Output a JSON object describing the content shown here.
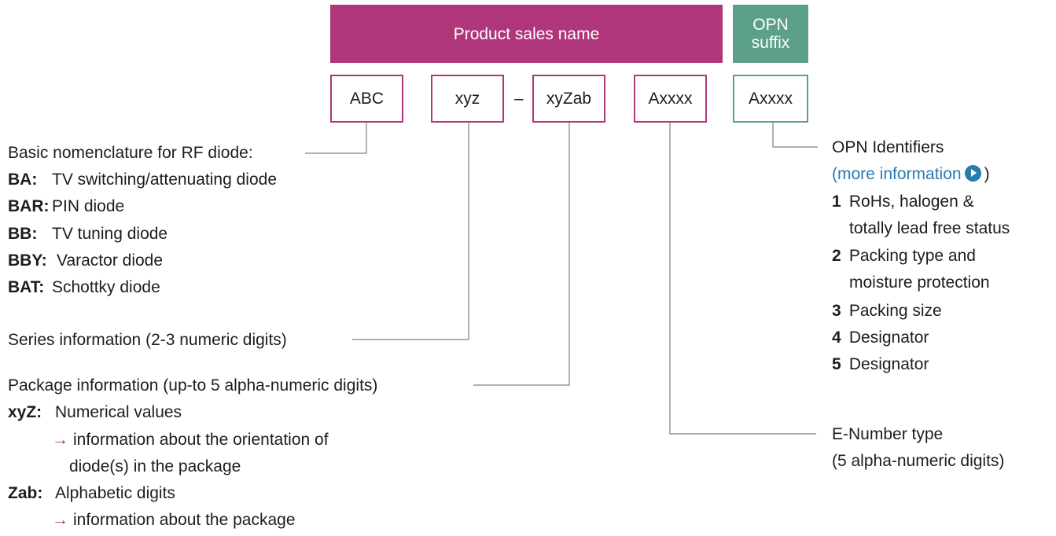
{
  "header": {
    "product_sales_name": "Product sales name",
    "opn_suffix": "OPN suffix"
  },
  "boxes": {
    "abc": "ABC",
    "xyz": "xyz",
    "dash": "–",
    "xyzab": "xyZab",
    "axxxx": "Axxxx",
    "opn": "Axxxx"
  },
  "basic": {
    "title": "Basic nomenclature for RF diode:",
    "items": [
      {
        "key": "BA:",
        "text": "TV switching/attenuating diode"
      },
      {
        "key": "BAR:",
        "text": "PIN diode"
      },
      {
        "key": "BB:",
        "text": "TV tuning diode"
      },
      {
        "key": "BBY:",
        "text": "Varactor diode"
      },
      {
        "key": "BAT:",
        "text": "Schottky diode"
      }
    ]
  },
  "series": {
    "text": "Series information (2-3 numeric digits)"
  },
  "package": {
    "title": "Package information (up-to 5 alpha-numeric digits)",
    "xyz_key": "xyZ:",
    "xyz_text": "Numerical values",
    "xyz_arrow": "→",
    "xyz_desc1": "information about the orientation of",
    "xyz_desc2": "diode(s) in the package",
    "zab_key": "Zab:",
    "zab_text": "Alphabetic digits",
    "zab_arrow": "→",
    "zab_desc": "information about the package"
  },
  "enumber": {
    "line1": "E-Number type",
    "line2": "(5 alpha-numeric digits)"
  },
  "opn": {
    "title": "OPN Identifiers",
    "link_open": "(",
    "link_text": "more information",
    "link_close": ")",
    "items": [
      {
        "num": "1",
        "line1": "RoHs, halogen &",
        "line2": "totally lead free status"
      },
      {
        "num": "2",
        "line1": "Packing type and",
        "line2": "moisture protection"
      },
      {
        "num": "3",
        "line1": "Packing size"
      },
      {
        "num": "4",
        "line1": "Designator"
      },
      {
        "num": "5",
        "line1": "Designator"
      }
    ]
  },
  "colors": {
    "magenta": "#b0367b",
    "teal": "#5c9f8a",
    "link": "#2a7ab0",
    "line": "#808080"
  },
  "icons": {
    "link_icon": "play-circle-icon",
    "arrow_icon": "right-arrow-icon"
  }
}
